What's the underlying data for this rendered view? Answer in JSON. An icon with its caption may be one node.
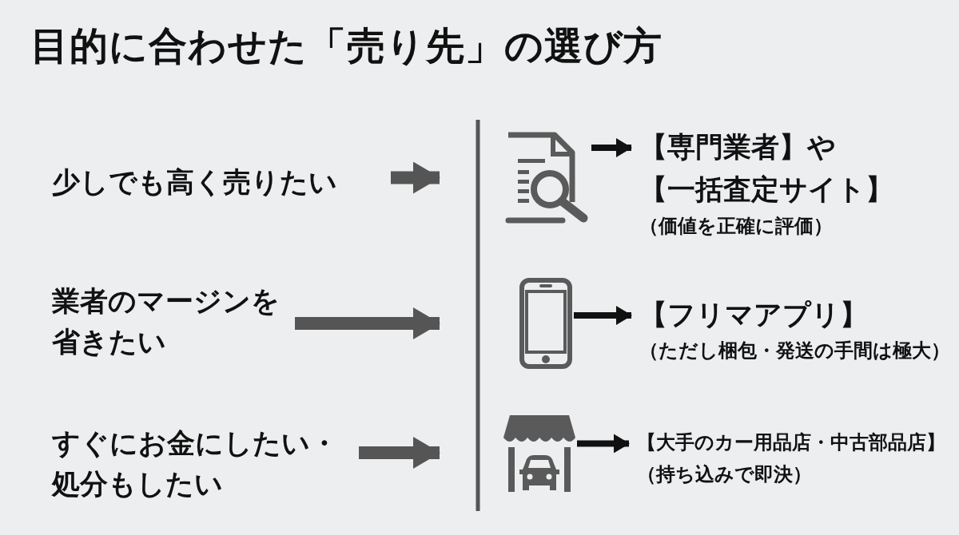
{
  "diagram": {
    "title": "目的に合わせた「売り先」の選び方",
    "nodes": [
      {
        "text": [
          "少しでも高く売りたい"
        ]
      },
      {
        "text": [
          "業者のマージンを省きたい"
        ]
      },
      {
        "text": [
          "すぐにお金にしたい・処分もしたい"
        ]
      },
      {
        "text": [],
        "shape": "document"
      },
      {
        "text": [],
        "shape": "phone"
      },
      {
        "text": [],
        "shape": "store"
      },
      {
        "text": [
          "【専門業者】や【一括査定サイト】",
          "（価値を正確に評価）"
        ]
      },
      {
        "text": [
          "【フリマアプリ】",
          "（ただし梱包・発送の手間は極大）"
        ]
      },
      {
        "text": [
          "【大手のカー用品店・中古部品店】",
          "（持ち込みで即決）"
        ]
      }
    ],
    "edges": [
      {
        "from": 0,
        "to": 3,
        "arrow": "to",
        "style": "thick",
        "color": "#555555"
      },
      {
        "from": 1,
        "to": 4,
        "arrow": "to",
        "style": "thick",
        "color": "#555555"
      },
      {
        "from": 2,
        "to": 5,
        "arrow": "to",
        "style": "thick",
        "color": "#555555"
      },
      {
        "from": 3,
        "to": 6,
        "arrow": "to"
      },
      {
        "from": 4,
        "to": 7,
        "arrow": "to"
      },
      {
        "from": 5,
        "to": 8,
        "arrow": "to"
      }
    ]
  }
}
